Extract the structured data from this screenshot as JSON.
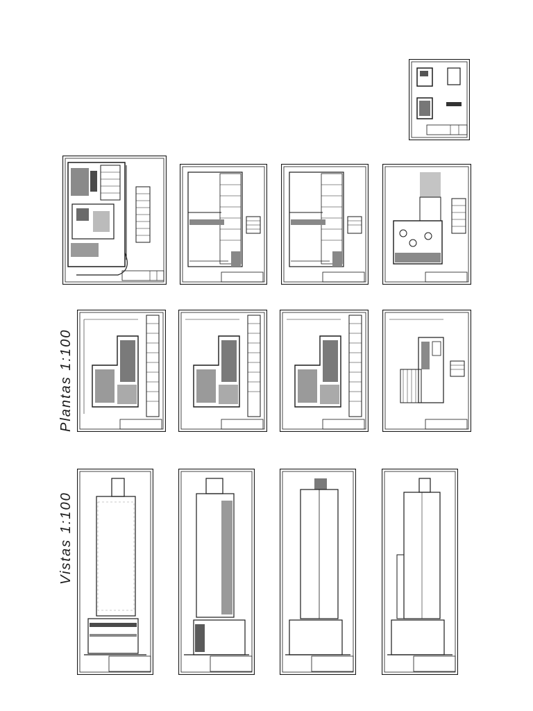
{
  "section_labels": {
    "plantas": "Plantas 1:100",
    "vistas": "Vistas 1:100"
  },
  "sheets": {
    "index": {
      "kind": "index"
    },
    "plan_row1": [
      {
        "kind": "site"
      },
      {
        "kind": "garage"
      },
      {
        "kind": "garage"
      },
      {
        "kind": "ground"
      }
    ],
    "plan_row2": [
      {
        "kind": "floor"
      },
      {
        "kind": "floor"
      },
      {
        "kind": "floor"
      },
      {
        "kind": "roof"
      }
    ],
    "elevations": [
      {
        "kind": "front"
      },
      {
        "kind": "side"
      },
      {
        "kind": "section"
      },
      {
        "kind": "rear"
      }
    ]
  },
  "colors": {
    "ink": "#1a1a1a",
    "hatch": "#9a9a9a",
    "paper": "#ffffff"
  }
}
